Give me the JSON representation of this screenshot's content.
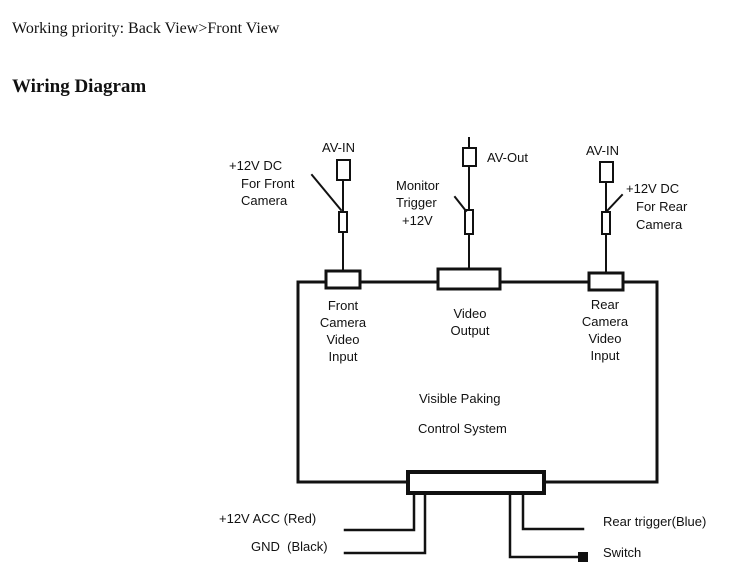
{
  "document": {
    "priority_text": "Working priority: Back View>Front View",
    "section_title": "Wiring Diagram"
  },
  "diagram": {
    "front_camera": {
      "plug_label": "AV-IN",
      "power_label": [
        "+12V DC",
        "For Front",
        "Camera"
      ],
      "port_label": [
        "Front",
        "Camera",
        "Video",
        "Input"
      ]
    },
    "video_out": {
      "plug_label": "AV-Out",
      "trigger_label": [
        "Monitor",
        "Trigger",
        "+12V"
      ],
      "port_label": [
        "Video",
        "Output"
      ]
    },
    "rear_camera": {
      "plug_label": "AV-IN",
      "power_label": [
        "+12V DC",
        "For Rear",
        "Camera"
      ],
      "port_label": [
        "Rear",
        "Camera",
        "Video",
        "Input"
      ]
    },
    "system_label": [
      "Visible Paking",
      "Control System"
    ],
    "harness": {
      "acc": "+12V ACC (Red)",
      "gnd": "GND  (Black)",
      "rear_trigger": "Rear trigger(Blue)",
      "switch": "Switch"
    },
    "line_color": "#111111"
  }
}
